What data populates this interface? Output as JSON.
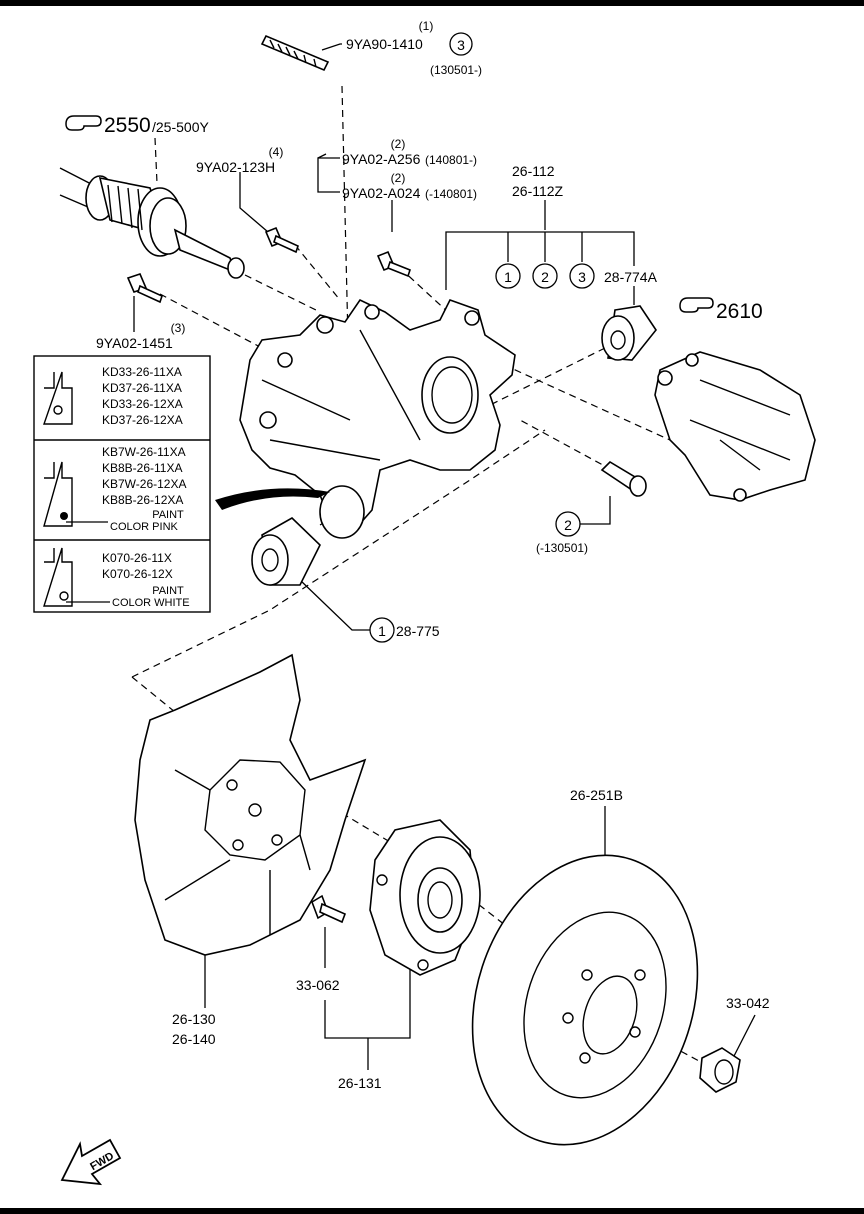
{
  "refs": {
    "r2550": "2550",
    "r2550_sub": "/25-500Y",
    "r2610": "2610"
  },
  "labels": {
    "stud_part": "9YA90-1410",
    "stud_qty": "(1)",
    "stud_circle": "3",
    "stud_date": "(130501-)",
    "bolt_a256": "9YA02-A256",
    "bolt_a256_qty": "(2)",
    "bolt_a256_date": "(140801-)",
    "bolt_a024": "9YA02-A024",
    "bolt_a024_qty": "(2)",
    "bolt_a024_date": "(-140801)",
    "bolt_123h": "9YA02-123H",
    "bolt_123h_qty": "(4)",
    "bolt_1451": "9YA02-1451",
    "bolt_1451_qty": "(3)",
    "knuckle_a": "26-112",
    "knuckle_b": "26-112Z",
    "c1": "1",
    "c2": "2",
    "c3": "3",
    "bushing_774a": "28-774A",
    "bushing_775": "28-775",
    "bushing_775_circle": "1",
    "pin_circle": "2",
    "pin_date": "(-130501)",
    "shield_a": "26-130",
    "shield_b": "26-140",
    "hub_bolt": "33-062",
    "hub": "26-131",
    "disc": "26-251B",
    "nut": "33-042",
    "fwd": "FWD"
  },
  "variants": {
    "box1": [
      "KD33-26-11XA",
      "KD37-26-11XA",
      "KD33-26-12XA",
      "KD37-26-12XA"
    ],
    "box2": [
      "KB7W-26-11XA",
      "KB8B-26-11XA",
      "KB7W-26-12XA",
      "KB8B-26-12XA"
    ],
    "box2_paint": "PAINT",
    "box2_color": "COLOR PINK",
    "box3": [
      "K070-26-11X",
      "K070-26-12X"
    ],
    "box3_paint": "PAINT",
    "box3_color": "COLOR WHITE"
  }
}
